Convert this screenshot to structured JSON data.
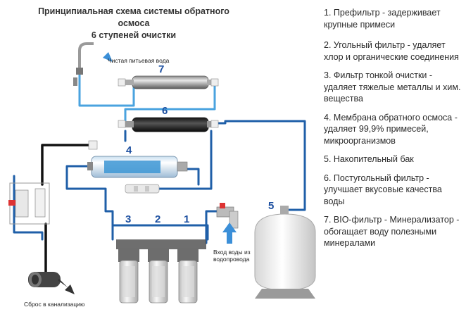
{
  "title": {
    "line1": "Принципиальная схема системы обратного осмоса",
    "line2": "6 ступеней очистки"
  },
  "legend": [
    "1. Префильтр - задерживает крупные примеси",
    "2. Угольный фильтр - удаляет хлор и органические соединения",
    "3. Фильтр тонкой очистки - удаляет тяжелые металлы и хим. вещества",
    "4. Мембрана обратного осмоса - удаляет 99,9% примесей, микроорганизмов",
    "5. Накопительный бак",
    "6. Постугольный фильтр - улучшает вкусовые качества воды",
    "7. BIO-фильтр - Минерализатор - обогащает воду полезными минералами"
  ],
  "labels": {
    "clean_water": "Чистая питьевая вода",
    "water_inlet": "Вход воды из водопровода",
    "drain": "Сброс в канализацию"
  },
  "numbers": {
    "n1": "1",
    "n2": "2",
    "n3": "3",
    "n4": "4",
    "n5": "5",
    "n6": "6",
    "n7": "7"
  },
  "colors": {
    "pipe_blue": "#1f5fa8",
    "pipe_light": "#4aa3df",
    "pipe_black": "#111111",
    "number_blue": "#1c4fa0"
  }
}
